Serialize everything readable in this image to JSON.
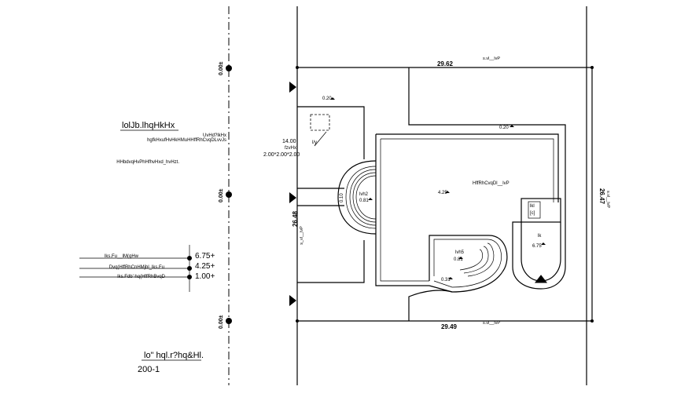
{
  "drawing": {
    "title": "lo\" hql.r?hq&Hl.",
    "scale": "200-1",
    "side_title": "lolJb.lhqHkHx",
    "side_line_a": "hgfkHxufHvHkHMuHHffRhCvqDLvvJs",
    "side_line_b": "HHbdvqHvPhHfhvHxd_hvHzt."
  },
  "levels": [
    {
      "label": "lks.Fu__lM(gHw",
      "value": "6.75+"
    },
    {
      "label": "Dvq(HffRhCnHMjbl_lks.Fu",
      "value": "4.25+"
    },
    {
      "label": "lks.Fdb' hq(HffRhBvqD",
      "value": "1.00+"
    }
  ],
  "axis_marks": [
    "0.00±",
    "0.00±",
    "0.00±"
  ],
  "dimensions": {
    "top": "29.62",
    "top_note": "s.vl__lvP",
    "bottom": "29.49",
    "bottom_note": "s.vl__lvP",
    "left": "26.48",
    "left_note": "s_vl__lvP",
    "right": "26.47",
    "right_note": "s.vl__lvP"
  },
  "annotations": {
    "plot_note_a": "UvHd?lkHx",
    "plot_note_b": "14.00",
    "plot_note_c": "fzvHx",
    "plot_note_d": "2.00*2.00*2.00",
    "box_label": "l/y",
    "tl_level": "0.20",
    "main_level": "0.20",
    "house_label": "HffRhCvqDl__lvP",
    "house_level": "4.25",
    "steps_label": "lvh2",
    "steps_level": "0.81",
    "pool_label": "lvh5",
    "pool_level": "0.81",
    "pool_level2": "0.31",
    "entry_level": "0.10",
    "right_label_a": "lkl",
    "right_label_b": "[c]",
    "right_small": "lk",
    "right_level": "6.75"
  }
}
